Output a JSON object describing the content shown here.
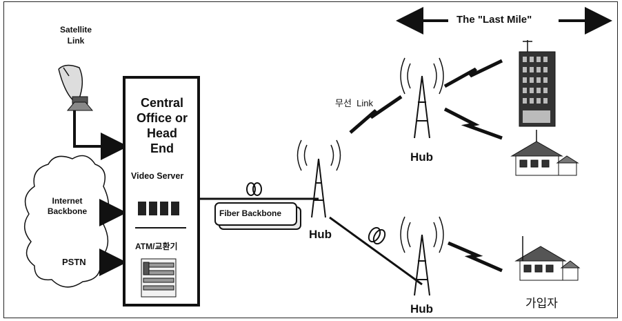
{
  "labels": {
    "satellite_link": "Satellite\nLink",
    "central_office": "Central\nOffice or\nHead\nEnd",
    "video_server": "Video Server",
    "atm": "ATM/교환기",
    "internet_backbone": "Internet\nBackbone",
    "pstn": "PSTN",
    "fiber_backbone": "Fiber Backbone",
    "hub_center": "Hub",
    "hub_top": "Hub",
    "hub_bottom": "Hub",
    "wireless_link": "무선  Link",
    "last_mile": "The \"Last Mile\"",
    "subscriber": "가입자"
  },
  "colors": {
    "ink": "#111111",
    "box": "#ffffff",
    "building": "#333333"
  }
}
